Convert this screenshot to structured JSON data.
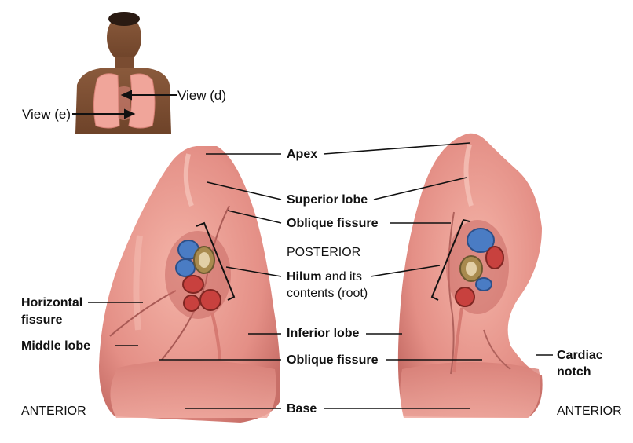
{
  "thumbnail": {
    "view_d": "View (d)",
    "view_e": "View (e)"
  },
  "labels": {
    "apex": "Apex",
    "superior_lobe": "Superior lobe",
    "oblique_fissure_top": "Oblique fissure",
    "posterior": "POSTERIOR",
    "hilum_bold": "Hilum",
    "hilum_rest": " and its",
    "hilum_line2": "contents (root)",
    "inferior_lobe": "Inferior lobe",
    "oblique_fissure_bottom": "Oblique fissure",
    "base": "Base",
    "horizontal_fissure_1": "Horizontal",
    "horizontal_fissure_2": "fissure",
    "middle_lobe": "Middle lobe",
    "anterior_left": "ANTERIOR",
    "anterior_right": "ANTERIOR",
    "cardiac_1": "Cardiac",
    "cardiac_2": "notch"
  },
  "colors": {
    "lung_fill": "#e89a90",
    "lung_shadow": "#c9716a",
    "lung_highlight": "#f6c2b8",
    "vessel_blue": "#4a7cc4",
    "vessel_red": "#c8413e",
    "bronchus": "#a88a4e"
  }
}
